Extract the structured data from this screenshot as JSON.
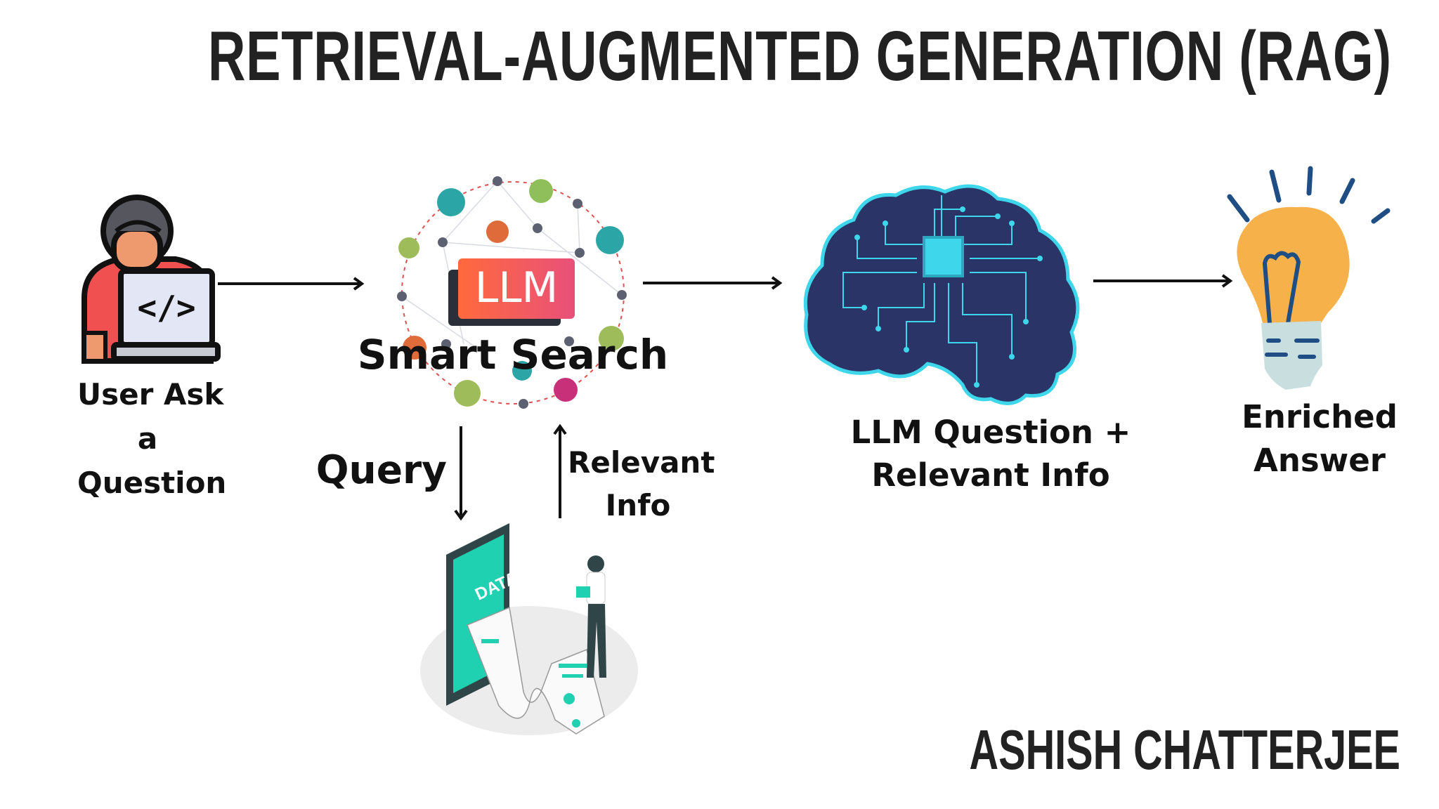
{
  "title": "RETRIEVAL-AUGMENTED GENERATION (RAG)",
  "author": "ASHISH CHATTERJEE",
  "nodes": {
    "user": {
      "lines": [
        "User Ask",
        "a",
        "Question"
      ],
      "icon": "developer-laptop-icon"
    },
    "smart_search": {
      "badge": "LLM",
      "label": "Smart Search",
      "icon": "network-sphere-icon"
    },
    "llm": {
      "lines": [
        "LLM Question +",
        "Relevant Info"
      ],
      "icon": "circuit-brain-icon"
    },
    "answer": {
      "lines": [
        "Enriched",
        "Answer"
      ],
      "icon": "lightbulb-icon"
    },
    "data": {
      "screen_text": "DATA",
      "icon": "data-store-illustration"
    }
  },
  "edges": {
    "query": "Query",
    "relevant_info": [
      "Relevant",
      "Info"
    ]
  },
  "colors": {
    "title": "#222222",
    "llm_badge": "#f2555a",
    "brain": "#2b3467",
    "circuit": "#3dd6ea",
    "bulb": "#f7b14a",
    "data_teal": "#1fd1b0"
  }
}
